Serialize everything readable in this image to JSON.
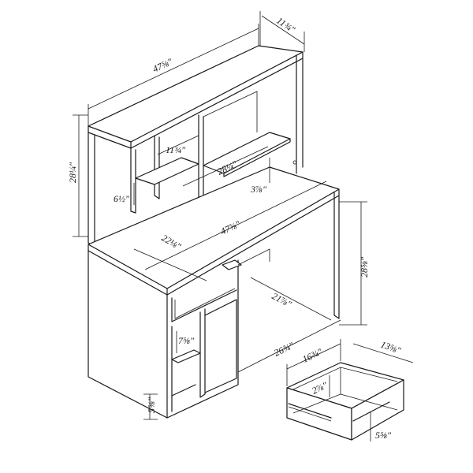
{
  "diagram": {
    "dimensions": {
      "hutch_depth": "11¾\"",
      "hutch_width": "47⅝\"",
      "hutch_height": "28¼\"",
      "cubby_width": "11¾\"",
      "shelf_width": "28¼\"",
      "cubby_height": "6½\"",
      "shelf_clearance": "3⅞\"",
      "desk_depth": "22⅛\"",
      "desk_width": "47⅝\"",
      "desk_height": "28⅝\"",
      "knee_depth": "21⅞\"",
      "cabinet_shelf": "7⅝\"",
      "knee_width": "26¾\"",
      "base_height": "5⅝\"",
      "drawer_width": "16¾\"",
      "drawer_depth": "13⅝\"",
      "drawer_inner_height": "2⅞\"",
      "drawer_height": "5⅝\""
    }
  }
}
